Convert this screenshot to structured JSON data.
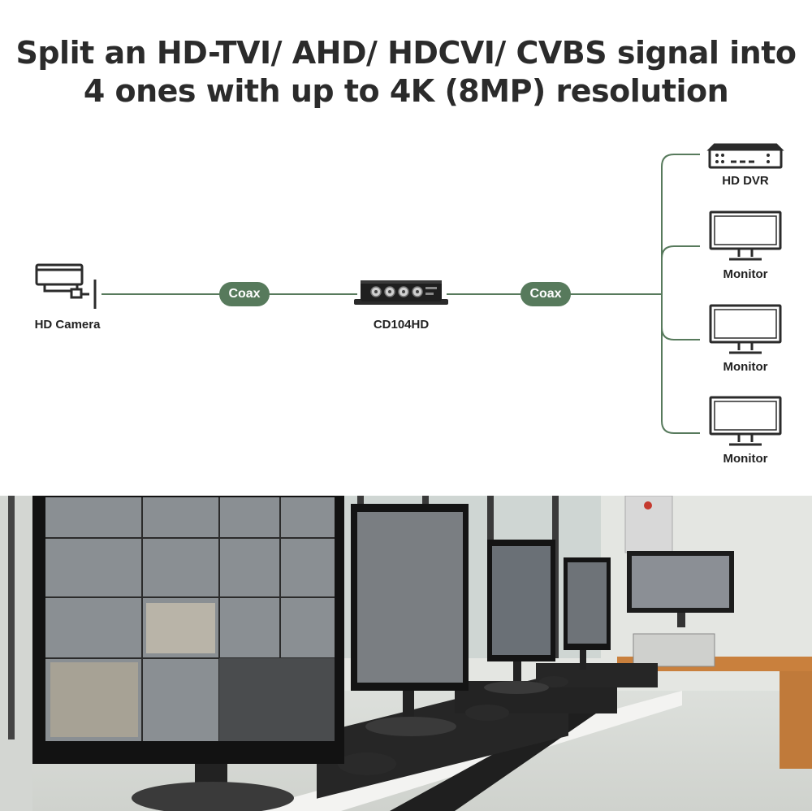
{
  "headline": {
    "line1": "Split an HD-TVI/ AHD/ HDCVI/ CVBS signal into",
    "line2": "4 ones with up to 4K (8MP) resolution"
  },
  "diagram": {
    "source": {
      "label": "HD Camera",
      "icon": "cctv-camera-icon"
    },
    "links": [
      {
        "label": "Coax"
      },
      {
        "label": "Coax"
      }
    ],
    "device": {
      "label": "CD104HD",
      "icon": "splitter-box-icon"
    },
    "outputs": [
      {
        "label": "HD DVR",
        "icon": "dvr-icon"
      },
      {
        "label": "Monitor",
        "icon": "monitor-icon"
      },
      {
        "label": "Monitor",
        "icon": "monitor-icon"
      },
      {
        "label": "Monitor",
        "icon": "monitor-icon"
      }
    ],
    "colors": {
      "line": "#577a5c",
      "icon": "#2b2b2b"
    }
  },
  "photo": {
    "subject": "surveillance-monitors-photo"
  }
}
